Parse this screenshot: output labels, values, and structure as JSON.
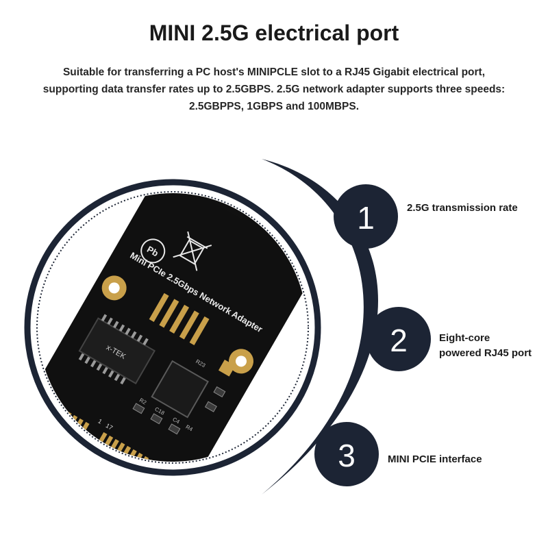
{
  "header": {
    "title": "MINI 2.5G electrical port",
    "description_lines": [
      "Suitable for transferring a PC host's MINIPCLE slot to a RJ45 Gigabit electrical port,",
      "supporting data transfer rates up to 2.5GBPS. 2.5G network adapter supports three speeds:",
      "2.5GBPPS, 1GBPS and 100MBPS."
    ]
  },
  "product": {
    "board_label": "Mini PCIe 2.5Gbps Network Adapter",
    "pb_mark": "Pb",
    "chip_text": "x-TEK",
    "pin_a": "1",
    "pin_b": "17",
    "resistor_labels": [
      "R23",
      "R4",
      "R2",
      "C18",
      "C4"
    ]
  },
  "features": [
    {
      "number": "1",
      "label_lines": [
        "2.5G transmission rate"
      ]
    },
    {
      "number": "2",
      "label_lines": [
        "Eight-core",
        "powered RJ45 port"
      ]
    },
    {
      "number": "3",
      "label_lines": [
        "MINI PCIE interface"
      ]
    }
  ],
  "colors": {
    "navy": "#1c2434",
    "board": "#101010",
    "gold": "#c9a04a",
    "pcb_trace": "#2a2a2a"
  }
}
